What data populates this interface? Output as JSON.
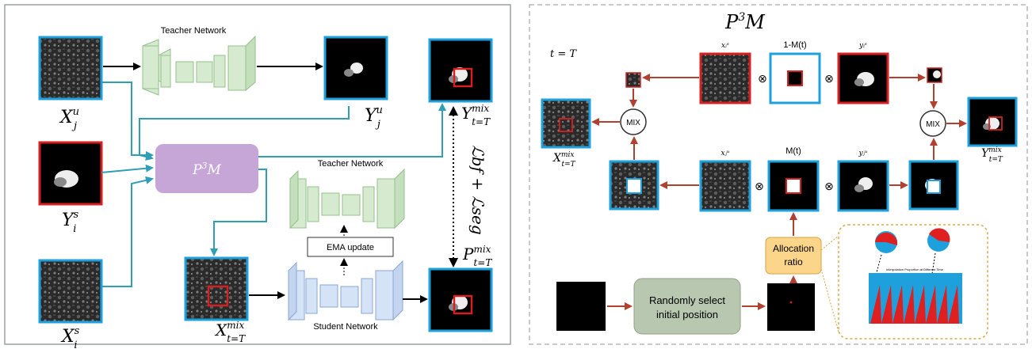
{
  "left_panel": {
    "teacher_top": "Teacher Network",
    "teacher_mid": "Teacher Network",
    "student": "Student Network",
    "ema": "EMA update",
    "p3m_box": "P",
    "p3m_sup": "3",
    "p3m_m": "M",
    "labels": {
      "xu_base": "X",
      "xu_sup": "u",
      "xu_sub": "j",
      "yu_base": "Y",
      "yu_sup": "u",
      "yu_sub": "j",
      "ys_base": "Y",
      "ys_sup": "s",
      "ys_sub": "i",
      "xs_base": "X",
      "xs_sup": "s",
      "xs_sub": "i",
      "xmix_base": "X",
      "xmix_sup": "mix",
      "xmix_sub": "t=T",
      "ymix_base": "Y",
      "ymix_sup": "mix",
      "ymix_sub": "t=T",
      "pmix_base": "P",
      "pmix_sup": "mix",
      "pmix_sub": "t=T"
    },
    "loss": "ℒbf + ℒseg"
  },
  "right_panel": {
    "title_p": "P",
    "title_sup": "3",
    "title_m": "M",
    "t_eq": "t = T",
    "mask_inv": "1-M(t)",
    "mask": "M(t)",
    "mix": "MIX",
    "otimes": "⊗",
    "small": {
      "xis": "xᵢˢ",
      "yis": "yᵢˢ",
      "xju": "xⱼᵘ",
      "yju": "yⱼᵘ"
    },
    "xmix_base": "X",
    "xmix_sup": "mix",
    "xmix_sub": "t=T",
    "ymix_base": "Y",
    "ymix_sup": "mix",
    "ymix_sub": "t=T",
    "alloc_line1": "Allocation",
    "alloc_line2": "ratio",
    "random_line1": "Randomly select",
    "random_line2": "initial position",
    "inset_title": "Interpolation Proportion at Different Time"
  },
  "colors": {
    "blue": "#1ea0dc",
    "red": "#d42020",
    "teal": "#2f9fb5",
    "dark_red": "#b0402f",
    "green_fill": "#d6ead0",
    "green_stroke": "#93c08a",
    "student_fill": "#d5e3f7",
    "student_stroke": "#8aa7d6",
    "p3m": "#c6a6d6",
    "alloc": "#fad58a",
    "random": "#b8c7b0"
  }
}
